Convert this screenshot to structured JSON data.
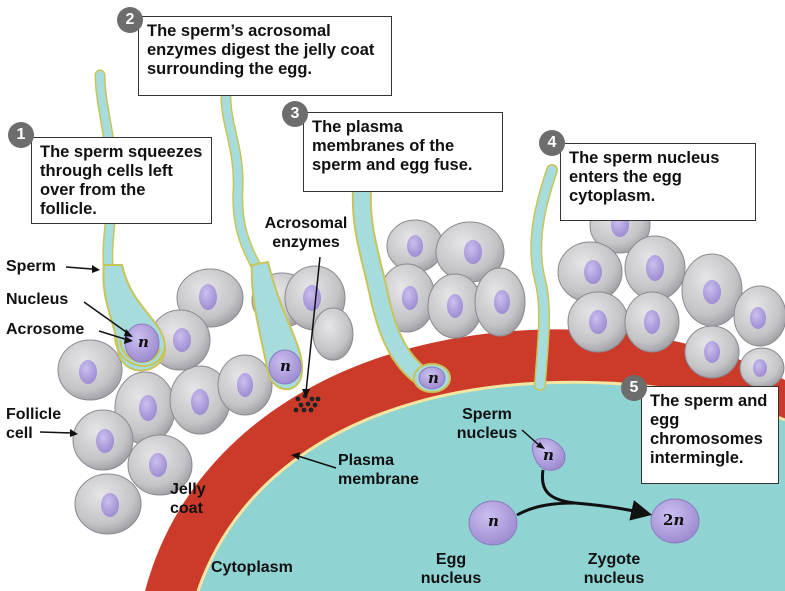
{
  "steps": [
    {
      "number": "1",
      "text": "The sperm squeezes through cells left over from the follicle."
    },
    {
      "number": "2",
      "text": "The sperm’s acrosomal enzymes digest the jelly coat surrounding the egg."
    },
    {
      "number": "3",
      "text": "The plasma membranes of the sperm and egg fuse."
    },
    {
      "number": "4",
      "text": "The sperm nucleus enters the egg cytoplasm."
    },
    {
      "number": "5",
      "text": "The sperm and egg chromosomes intermingle."
    }
  ],
  "labels": {
    "sperm": "Sperm",
    "nucleus": "Nucleus",
    "acrosome": "Acrosome",
    "follicle_cell": "Follicle cell",
    "acrosomal_enzymes": "Acrosomal enzymes",
    "jelly_coat": "Jelly coat",
    "plasma_membrane": "Plasma membrane",
    "cytoplasm": "Cytoplasm",
    "sperm_nucleus": "Sperm nucleus",
    "egg_nucleus": "Egg nucleus",
    "zygote_nucleus": "Zygote nucleus"
  },
  "nucleus_symbols": {
    "haploid": "n",
    "diploid": "2n"
  },
  "colors": {
    "jelly_coat": "#cc3b2a",
    "cytoplasm": "#8fd3d3",
    "sperm_body": "#a6dcdc",
    "sperm_outline": "#c9c45a",
    "nucleus": "#b3a3d8",
    "follicle_cell": "#c9c9cc",
    "plasma_membrane": "#f2e6a0"
  }
}
